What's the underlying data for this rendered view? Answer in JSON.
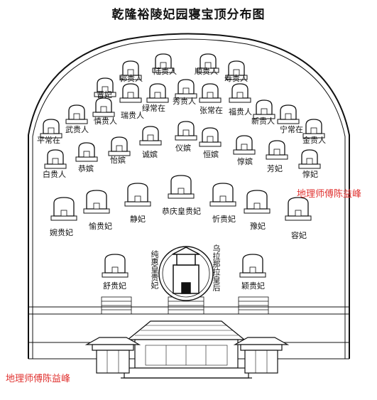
{
  "title": "乾隆裕陵妃园寝宝顶分布图",
  "watermark": "地理师傅陈益峰",
  "tombs": [
    {
      "label": "陆贵人"
    },
    {
      "label": "顺贵人"
    },
    {
      "label": "郭贵人"
    },
    {
      "label": "寿贵人"
    },
    {
      "label": "晋妃"
    },
    {
      "label": "秀贵人"
    },
    {
      "label": "瑞贵人"
    },
    {
      "label": "绿常在"
    },
    {
      "label": "张常在"
    },
    {
      "label": "福贵人"
    },
    {
      "label": "慎贵人"
    },
    {
      "label": "新贵人"
    },
    {
      "label": "武贵人"
    },
    {
      "label": "宁常在"
    },
    {
      "label": "平常在"
    },
    {
      "label": "金贵人"
    },
    {
      "label": "仪嫔"
    },
    {
      "label": "诚嫔"
    },
    {
      "label": "恒嫔"
    },
    {
      "label": "怡嫔"
    },
    {
      "label": "惇嫔"
    },
    {
      "label": "恭嫔"
    },
    {
      "label": "芳妃"
    },
    {
      "label": "白贵人"
    },
    {
      "label": "惇妃"
    },
    {
      "label": "恭庆皇贵妃"
    },
    {
      "label": "婉贵妃"
    },
    {
      "label": "愉贵妃"
    },
    {
      "label": "静妃"
    },
    {
      "label": "忻贵妃"
    },
    {
      "label": "豫妃"
    },
    {
      "label": "容妃"
    },
    {
      "label": "舒贵妃"
    },
    {
      "label": "颖贵妃"
    }
  ],
  "center_left_label": "纯惠皇贵妃",
  "center_right_label": "乌拉那拉皇后"
}
